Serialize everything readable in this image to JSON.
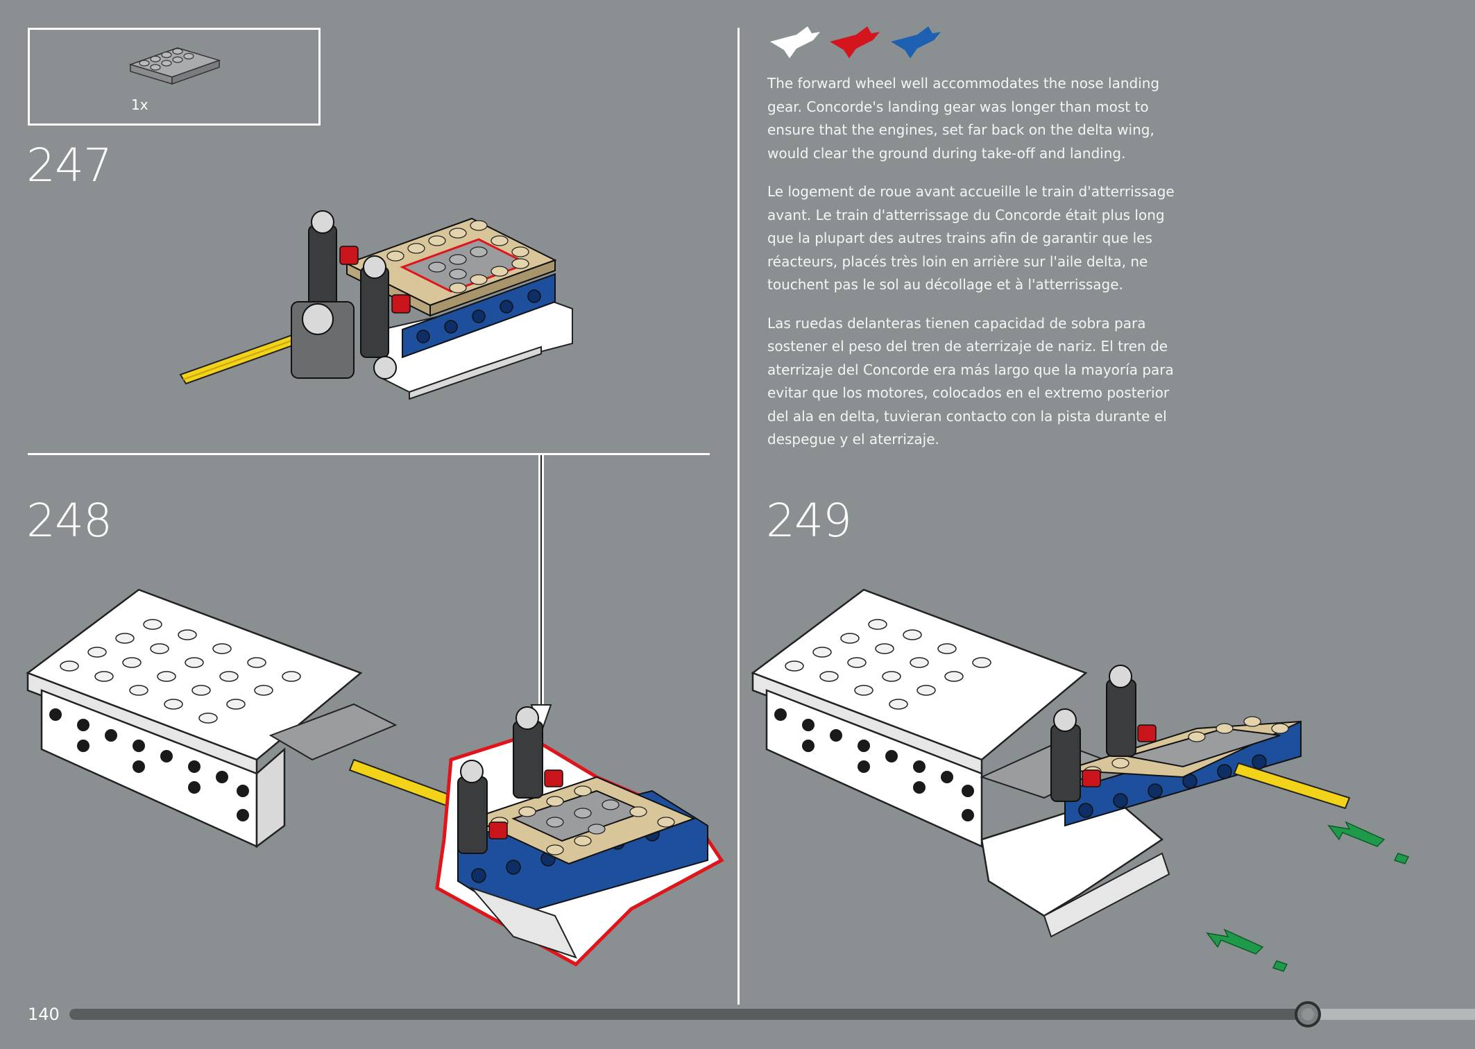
{
  "parts_callout": {
    "quantity": "1x",
    "part": "gray-2x4-plate-icon"
  },
  "steps": [
    {
      "number": "247"
    },
    {
      "number": "248"
    },
    {
      "number": "249"
    }
  ],
  "flags": [
    "white-concorde-icon",
    "red-concorde-icon",
    "blue-concorde-icon"
  ],
  "description": {
    "english": "The forward wheel well accommodates the nose landing gear. Concorde's landing gear was longer than most to ensure that the engines, set far back on the delta wing, would clear the ground during take-off and landing.",
    "french": "Le logement de roue avant accueille le train d'atterrissage avant. Le train d'atterrissage du Concorde était plus long que la plupart des autres trains afin de garantir que les réacteurs, placés très loin en arrière sur l'aile delta, ne touchent pas le sol au décollage et à l'atterrissage.",
    "spanish": "Las ruedas delanteras tienen capacidad de sobra para sostener el peso del tren de aterrizaje de nariz. El tren de aterrizaje del Concorde era más largo que la mayoría para evitar que los motores, colocados en el extremo posterior del ala en delta, tuvieran contacto con la pista durante el despegue y el aterrizaje."
  },
  "footer": {
    "page_number": "140",
    "progress_fraction": 0.88
  },
  "colors": {
    "background": "#8a9091",
    "lego_white": "#ffffff",
    "lego_tan": "#d8c59a",
    "lego_gray": "#9a9c9e",
    "lego_dark": "#3a3c3e",
    "lego_blue": "#1e4f9c",
    "lego_red": "#c8141a",
    "lego_yellow": "#f3d21a",
    "arrow_green": "#1e9a4a",
    "highlight_red": "#e0141a"
  }
}
